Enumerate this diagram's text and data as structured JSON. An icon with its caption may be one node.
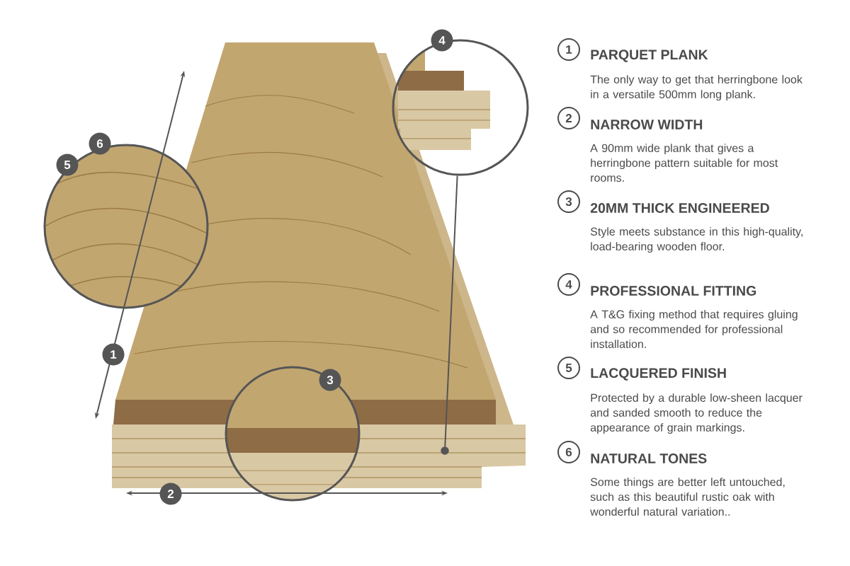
{
  "diagram": {
    "nodes": [
      {
        "text": [
          "4"
        ]
      },
      {
        "text": [],
        "shape": "picture"
      },
      {
        "text": [
          "6"
        ]
      },
      {
        "text": [
          "5"
        ]
      },
      {
        "text": [
          "1"
        ]
      },
      {
        "text": [
          "3"
        ]
      },
      {
        "text": [
          "2"
        ]
      },
      {
        "text": [],
        "shape": "circle"
      },
      {
        "text": [
          "1"
        ],
        "beside": [
          "PARQUET PLANK",
          "The only way to get that herringbone look in a versatile 500mm long plank."
        ]
      },
      {
        "text": [
          "2"
        ],
        "beside": [
          "NARROW WIDTH",
          "A 90mm wide plank that gives a herringbone pattern suitable for most rooms."
        ]
      },
      {
        "text": [
          "3"
        ],
        "beside": [
          "20MM THICK ENGINEERED",
          "Style meets substance in this high-quality, load-bearing wooden floor."
        ]
      },
      {
        "text": [
          "4"
        ],
        "beside": [
          "PROFESSIONAL FITTING",
          "A T&G fixing method that requires gluing and so recommended for professional installation."
        ]
      },
      {
        "text": [
          "5"
        ],
        "beside": [
          "LACQUERED FINISH",
          "Protected by a durable low-sheen lacquer and sanded smooth to reduce the appearance of grain markings."
        ]
      },
      {
        "text": [
          "6"
        ],
        "beside": [
          "NATURAL TONES",
          "Some things are better left untouched, such as this beautiful rustic oak with wonderful natural variation.."
        ]
      }
    ],
    "edges": [
      {
        "from": 1,
        "to": 7,
        "arrow": "none"
      }
    ]
  }
}
